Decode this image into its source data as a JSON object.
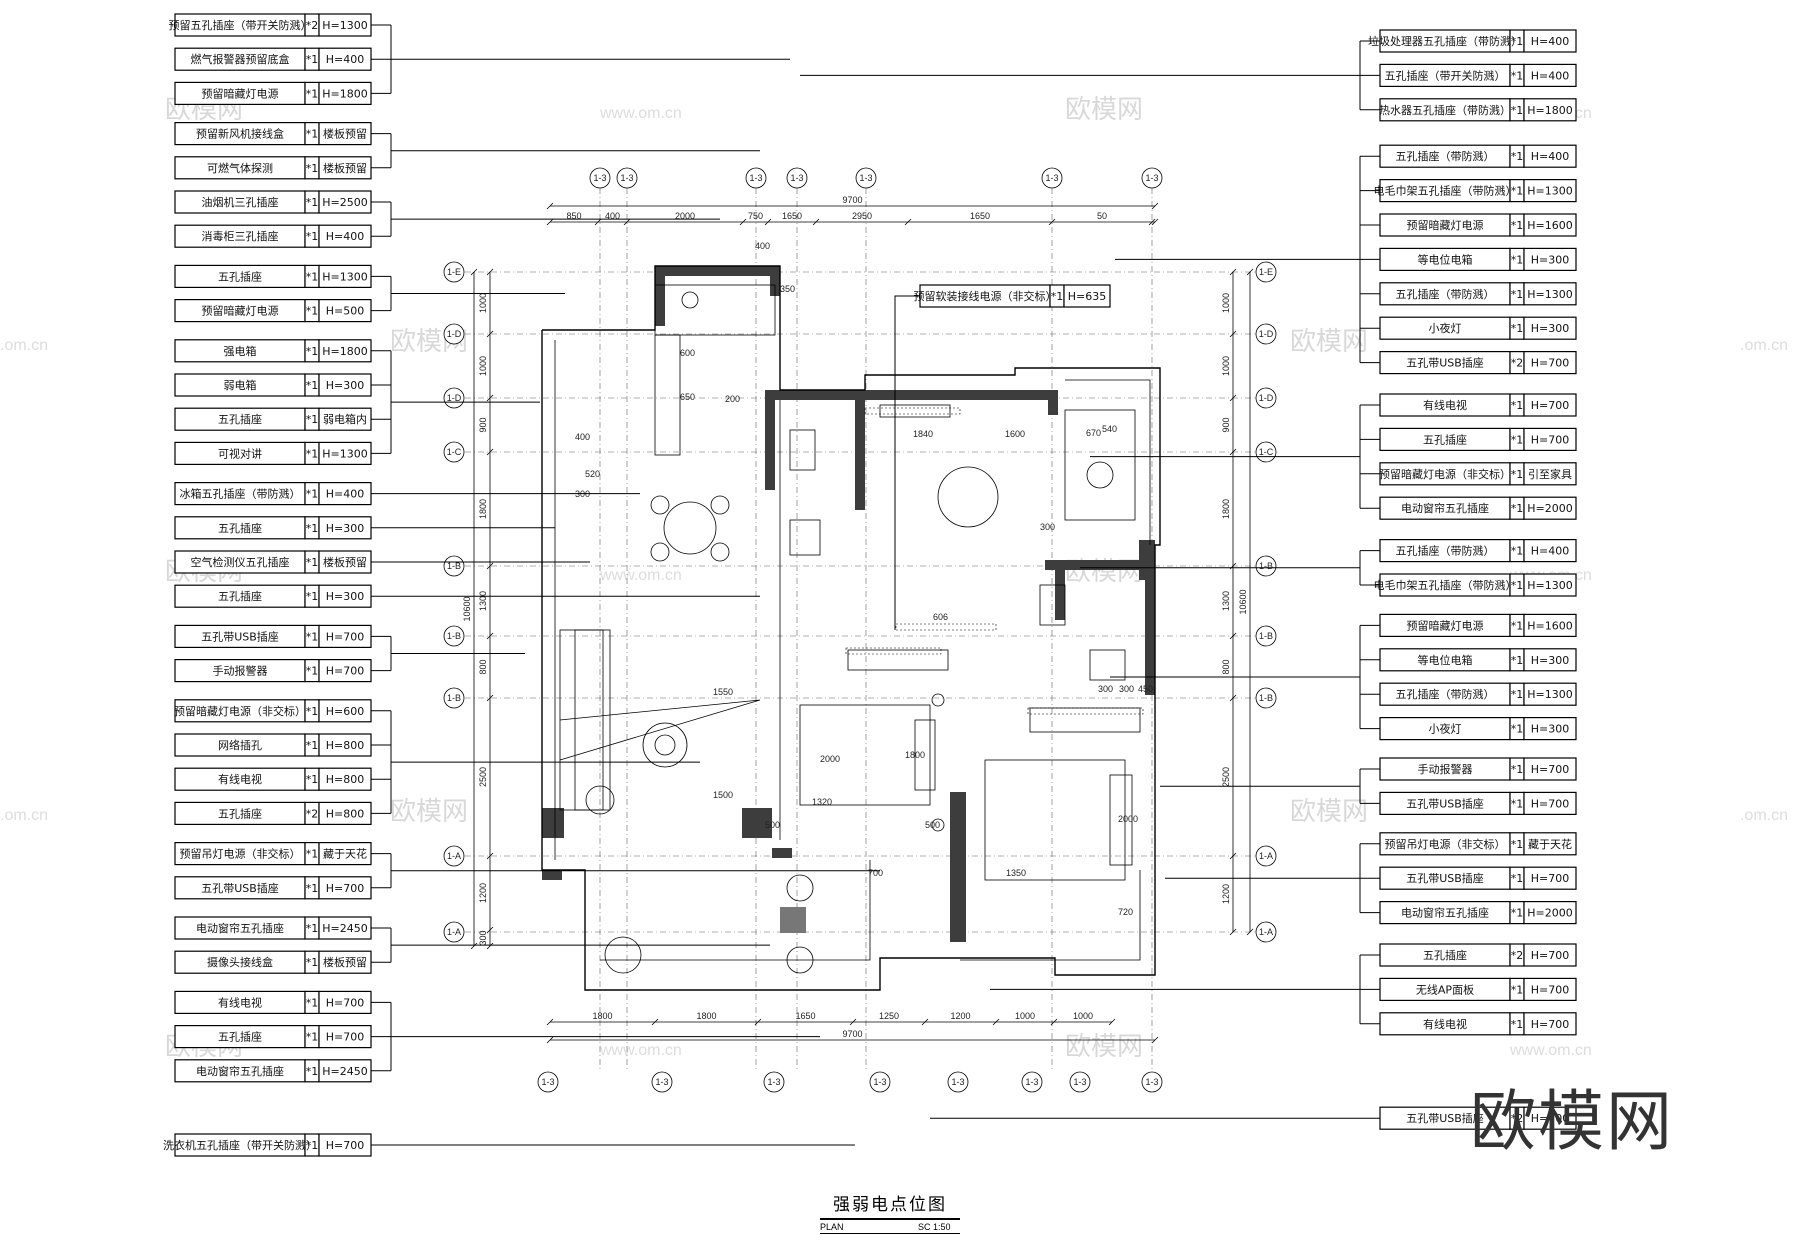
{
  "title": "强弱电点位图",
  "plan_note": "PLAN",
  "scale_note": "SC 1:50",
  "brand": "欧模网",
  "watermark": {
    "cn": "欧模网",
    "url": "www.om.cn",
    "url_short": ".om.cn"
  },
  "dims": {
    "top": [
      "850",
      "400",
      "2000",
      "750",
      "1650",
      "2950",
      "1650",
      "50"
    ],
    "top_total": "9700",
    "bottom": [
      "1800",
      "1800",
      "1650",
      "1250",
      "1200",
      "1000",
      "1000"
    ],
    "bottom_total": "9700",
    "left": [
      "1000",
      "1000",
      "900",
      "1800",
      "1300",
      "800",
      "2500",
      "1200",
      "300"
    ],
    "left_total": "10600",
    "right": [
      "1000",
      "1000",
      "900",
      "1800",
      "1300",
      "800",
      "2500",
      "1200"
    ],
    "right_total": "10600",
    "inner": [
      "400",
      "350",
      "600",
      "650",
      "200",
      "400",
      "520",
      "300",
      "540",
      "606",
      "1840",
      "1600",
      "670",
      "300",
      "1550",
      "2000",
      "1800",
      "1500",
      "1320",
      "500",
      "2000",
      "1350",
      "720",
      "700",
      "500",
      "300",
      "300",
      "450"
    ]
  },
  "axes": {
    "top": [
      "1-3",
      "1-3",
      "1-3",
      "1-3",
      "1-3",
      "1-3",
      "1-3"
    ],
    "bottom": [
      "1-3",
      "1-3",
      "1-3",
      "1-3",
      "1-3",
      "1-3",
      "1-3",
      "1-3"
    ],
    "left": [
      "1-E",
      "1-D",
      "1-D",
      "1-C",
      "1-B",
      "1-B",
      "1-B",
      "1-A",
      "1-A"
    ],
    "right": [
      "1-E",
      "1-D",
      "1-D",
      "1-C",
      "1-B",
      "1-B",
      "1-B",
      "1-A",
      "1-A"
    ]
  },
  "left_labels": [
    {
      "name": "预留五孔插座（带开关防溅）",
      "qty": "*2",
      "h": "H=1300"
    },
    {
      "name": "燃气报警器预留底盒",
      "qty": "*1",
      "h": "H=400"
    },
    {
      "name": "预留暗藏灯电源",
      "qty": "*1",
      "h": "H=1800"
    },
    {
      "name": "预留新风机接线盒",
      "qty": "*1",
      "h": "楼板预留"
    },
    {
      "name": "可燃气体探测",
      "qty": "*1",
      "h": "楼板预留"
    },
    {
      "name": "油烟机三孔插座",
      "qty": "*1",
      "h": "H=2500"
    },
    {
      "name": "消毒柜三孔插座",
      "qty": "*1",
      "h": "H=400"
    },
    {
      "name": "五孔插座",
      "qty": "*1",
      "h": "H=1300"
    },
    {
      "name": "预留暗藏灯电源",
      "qty": "*1",
      "h": "H=500"
    },
    {
      "name": "强电箱",
      "qty": "*1",
      "h": "H=1800"
    },
    {
      "name": "弱电箱",
      "qty": "*1",
      "h": "H=300"
    },
    {
      "name": "五孔插座",
      "qty": "*1",
      "h": "弱电箱内"
    },
    {
      "name": "可视对讲",
      "qty": "*1",
      "h": "H=1300"
    },
    {
      "name": "冰箱五孔插座（带防溅）",
      "qty": "*1",
      "h": "H=400"
    },
    {
      "name": "五孔插座",
      "qty": "*1",
      "h": "H=300"
    },
    {
      "name": "空气检测仪五孔插座",
      "qty": "*1",
      "h": "楼板预留"
    },
    {
      "name": "五孔插座",
      "qty": "*1",
      "h": "H=300"
    },
    {
      "name": "五孔带USB插座",
      "qty": "*1",
      "h": "H=700"
    },
    {
      "name": "手动报警器",
      "qty": "*1",
      "h": "H=700"
    },
    {
      "name": "预留暗藏灯电源（非交标）",
      "qty": "*1",
      "h": "H=600"
    },
    {
      "name": "网络插孔",
      "qty": "*1",
      "h": "H=800"
    },
    {
      "name": "有线电视",
      "qty": "*1",
      "h": "H=800"
    },
    {
      "name": "五孔插座",
      "qty": "*2",
      "h": "H=800"
    },
    {
      "name": "预留吊灯电源（非交标）",
      "qty": "*1",
      "h": "藏于天花"
    },
    {
      "name": "五孔带USB插座",
      "qty": "*1",
      "h": "H=700"
    },
    {
      "name": "电动窗帘五孔插座",
      "qty": "*1",
      "h": "H=2450"
    },
    {
      "name": "摄像头接线盒",
      "qty": "*1",
      "h": "楼板预留"
    },
    {
      "name": "有线电视",
      "qty": "*1",
      "h": "H=700"
    },
    {
      "name": "五孔插座",
      "qty": "*1",
      "h": "H=700"
    },
    {
      "name": "电动窗帘五孔插座",
      "qty": "*1",
      "h": "H=2450"
    },
    {
      "name": "洗衣机五孔插座（带开关防溅）",
      "qty": "*1",
      "h": "H=700"
    }
  ],
  "right_labels": [
    {
      "name": "垃圾处理器五孔插座（带防溅）",
      "qty": "*1",
      "h": "H=400"
    },
    {
      "name": "五孔插座（带开关防溅）",
      "qty": "*1",
      "h": "H=400"
    },
    {
      "name": "热水器五孔插座（带防溅）",
      "qty": "*1",
      "h": "H=1800"
    },
    {
      "name": "五孔插座（带防溅）",
      "qty": "*1",
      "h": "H=400"
    },
    {
      "name": "电毛巾架五孔插座（带防溅）",
      "qty": "*1",
      "h": "H=1300"
    },
    {
      "name": "预留暗藏灯电源",
      "qty": "*1",
      "h": "H=1600"
    },
    {
      "name": "等电位电箱",
      "qty": "*1",
      "h": "H=300"
    },
    {
      "name": "五孔插座（带防溅）",
      "qty": "*1",
      "h": "H=1300"
    },
    {
      "name": "小夜灯",
      "qty": "*1",
      "h": "H=300"
    },
    {
      "name": "五孔带USB插座",
      "qty": "*2",
      "h": "H=700"
    },
    {
      "name": "有线电视",
      "qty": "*1",
      "h": "H=700"
    },
    {
      "name": "五孔插座",
      "qty": "*1",
      "h": "H=700"
    },
    {
      "name": "预留暗藏灯电源（非交标）",
      "qty": "*1",
      "h": "引至家具"
    },
    {
      "name": "电动窗帘五孔插座",
      "qty": "*1",
      "h": "H=2000"
    },
    {
      "name": "五孔插座（带防溅）",
      "qty": "*1",
      "h": "H=400"
    },
    {
      "name": "电毛巾架五孔插座（带防溅）",
      "qty": "*1",
      "h": "H=1300"
    },
    {
      "name": "预留暗藏灯电源",
      "qty": "*1",
      "h": "H=1600"
    },
    {
      "name": "等电位电箱",
      "qty": "*1",
      "h": "H=300"
    },
    {
      "name": "五孔插座（带防溅）",
      "qty": "*1",
      "h": "H=1300"
    },
    {
      "name": "小夜灯",
      "qty": "*1",
      "h": "H=300"
    },
    {
      "name": "手动报警器",
      "qty": "*1",
      "h": "H=700"
    },
    {
      "name": "五孔带USB插座",
      "qty": "*1",
      "h": "H=700"
    },
    {
      "name": "预留吊灯电源（非交标）",
      "qty": "*1",
      "h": "藏于天花"
    },
    {
      "name": "五孔带USB插座",
      "qty": "*1",
      "h": "H=700"
    },
    {
      "name": "电动窗帘五孔插座",
      "qty": "*1",
      "h": "H=2000"
    },
    {
      "name": "五孔插座",
      "qty": "*2",
      "h": "H=700"
    },
    {
      "name": "无线AP面板",
      "qty": "*1",
      "h": "H=700"
    },
    {
      "name": "有线电视",
      "qty": "*1",
      "h": "H=700"
    },
    {
      "name": "五孔带USB插座",
      "qty": "*2",
      "h": "H=700"
    }
  ],
  "center_label": {
    "name": "预留软装接线电源（非交标）",
    "qty": "*1",
    "h": "H=635"
  }
}
